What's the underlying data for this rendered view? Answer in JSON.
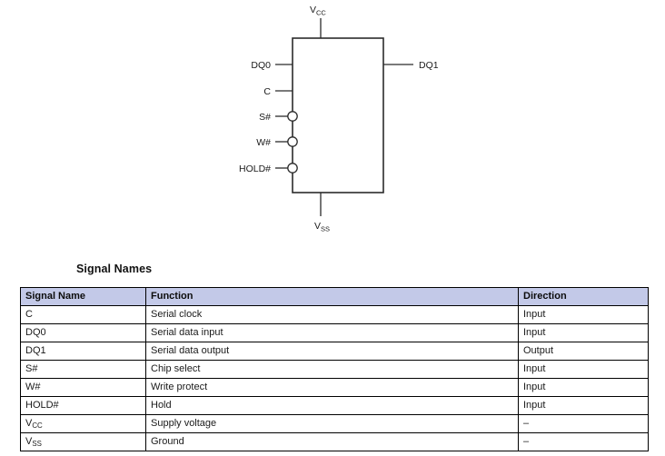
{
  "diagram": {
    "name": "serial-flash-logic-diagram",
    "power_top": {
      "label": "V",
      "sub": "CC"
    },
    "power_bottom": {
      "label": "V",
      "sub": "SS"
    },
    "inputs": [
      {
        "label": "DQ0",
        "inverted": false
      },
      {
        "label": "C",
        "inverted": false
      },
      {
        "label": "S#",
        "inverted": true
      },
      {
        "label": "W#",
        "inverted": true
      },
      {
        "label": "HOLD#",
        "inverted": true
      }
    ],
    "outputs": [
      {
        "label": "DQ1"
      }
    ]
  },
  "section": {
    "heading": "Signal Names"
  },
  "table": {
    "headers": [
      "Signal Name",
      "Function",
      "Direction"
    ],
    "rows": [
      {
        "signal": "C",
        "function": "Serial clock",
        "direction": "Input"
      },
      {
        "signal": "DQ0",
        "function": "Serial data input",
        "direction": "Input"
      },
      {
        "signal": "DQ1",
        "function": "Serial data output",
        "direction": "Output"
      },
      {
        "signal": "S#",
        "function": "Chip select",
        "direction": "Input"
      },
      {
        "signal": "W#",
        "function": "Write protect",
        "direction": "Input"
      },
      {
        "signal": "HOLD#",
        "function": "Hold",
        "direction": "Input"
      },
      {
        "signal": "V",
        "signal_sub": "CC",
        "function": "Supply voltage",
        "direction": "–"
      },
      {
        "signal": "V",
        "signal_sub": "SS",
        "function": "Ground",
        "direction": "–"
      }
    ]
  },
  "colors": {
    "header_fill": "#c3c9e8",
    "line": "#2b2b2b",
    "text": "#1a1a1a"
  }
}
